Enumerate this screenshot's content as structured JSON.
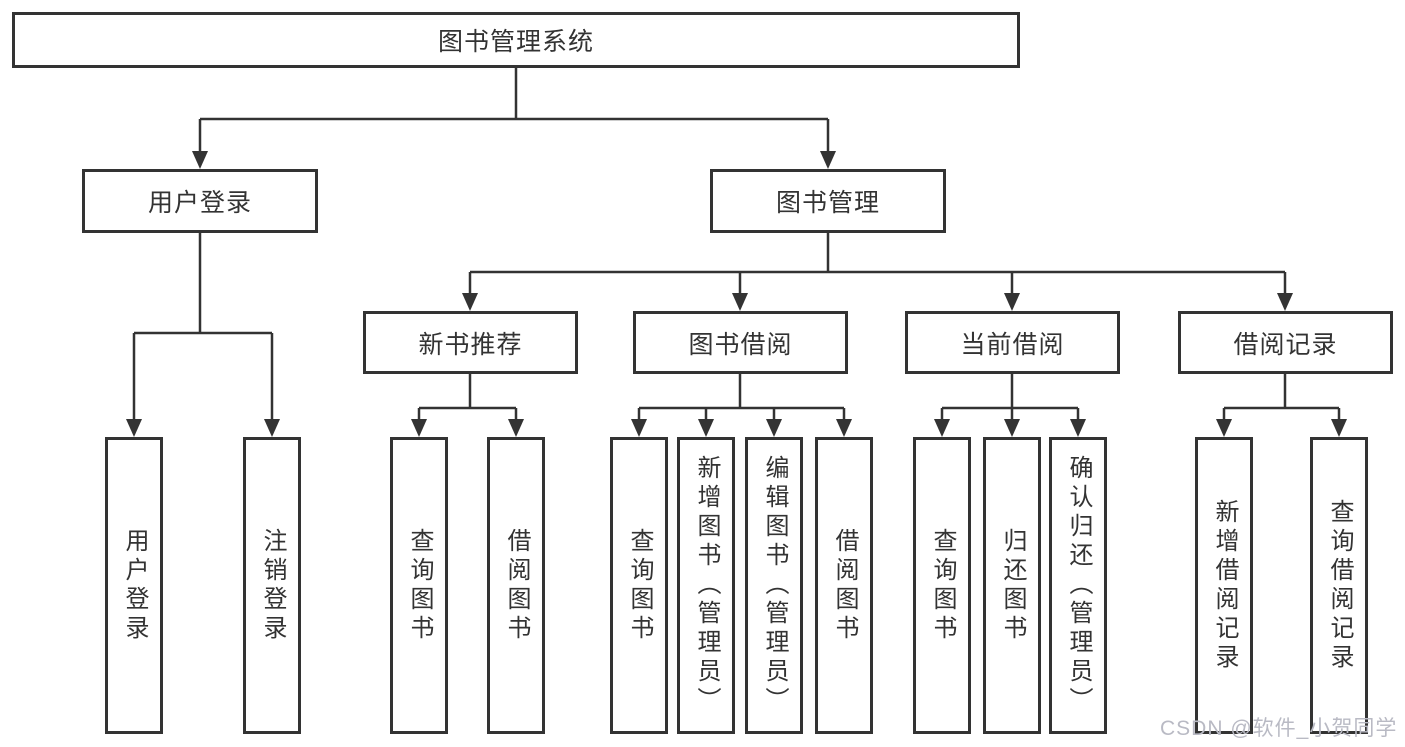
{
  "diagram": {
    "title": "图书管理系统",
    "level2": {
      "user_login": "用户登录",
      "book_mgmt": "图书管理"
    },
    "level3": {
      "new_book": "新书推荐",
      "book_borrow": "图书借阅",
      "current_borrow": "当前借阅",
      "borrow_record": "借阅记录"
    },
    "leaves": {
      "user_login": [
        "用户登录",
        "注销登录"
      ],
      "new_book": [
        "查询图书",
        "借阅图书"
      ],
      "book_borrow": [
        "查询图书",
        "新增图书（管理员）",
        "编辑图书（管理员）",
        "借阅图书"
      ],
      "current_borrow": [
        "查询图书",
        "归还图书",
        "确认归还（管理员）"
      ],
      "borrow_record": [
        "新增借阅记录",
        "查询借阅记录"
      ]
    },
    "watermark": "CSDN @软件_小贺同学",
    "colors": {
      "line": "#333333",
      "box_border": "#333333",
      "text": "#333333",
      "watermark": "#b9bac4",
      "background": "#ffffff"
    }
  }
}
